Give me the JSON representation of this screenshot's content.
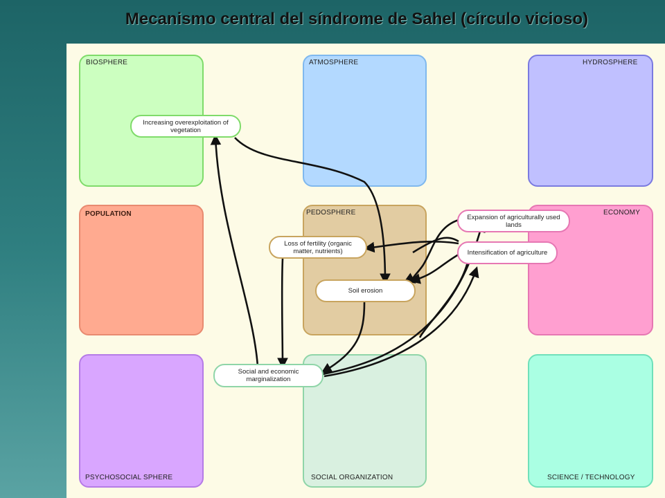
{
  "title": "Mecanismo central del síndrome de Sahel (círculo vicioso)",
  "spheres": {
    "biosphere": "BIOSPHERE",
    "atmosphere": "ATMOSPHERE",
    "hydrosphere": "HYDROSPHERE",
    "population": "POPULATION",
    "pedosphere": "PEDOSPHERE",
    "economy": "ECONOMY",
    "psychosocial": "PSYCHOSOCIAL SPHERE",
    "social_organization": "SOCIAL ORGANIZATION",
    "science_technology": "SCIENCE / TECHNOLOGY"
  },
  "nodes": {
    "overexploitation": "Increasing overexploitation of vegetation",
    "loss_fertility": "Loss of fertility (organic matter, nutrients)",
    "soil_erosion": "Soil erosion",
    "expansion": "Expansion of agriculturally used lands",
    "intensification": "Intensification of agriculture",
    "marginalization": "Social and economic marginalization"
  },
  "colors": {
    "biosphere": "#ccffc0",
    "atmosphere": "#b3d9ff",
    "hydrosphere": "#c0c0ff",
    "population": "#ffaa90",
    "pedosphere": "#e2cca2",
    "economy": "#ff9fd0",
    "psychosocial": "#d9a6ff",
    "social_organization": "#d9f0e0",
    "science_technology": "#aaffe3"
  }
}
